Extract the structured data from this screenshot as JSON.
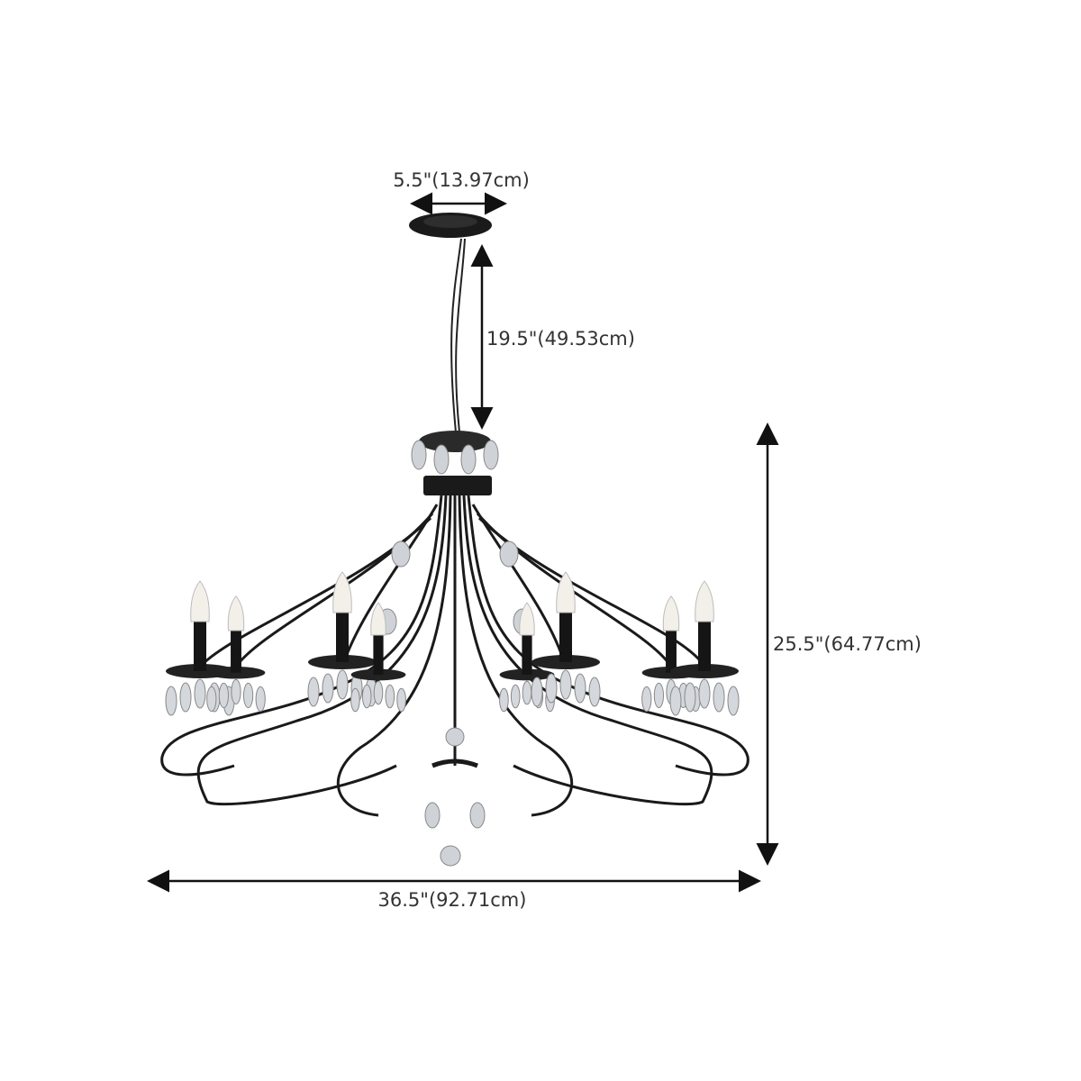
{
  "dimensions": {
    "canopy_width": "5.5\"(13.97cm)",
    "chain_length": "19.5\"(49.53cm)",
    "total_height": "25.5\"(64.77cm)",
    "total_width": "36.5\"(92.71cm)"
  },
  "colors": {
    "metal": "#1a1a1a",
    "crystal": "#c9ced4",
    "bulb": "#f3f0ea",
    "arrow": "#111111"
  }
}
